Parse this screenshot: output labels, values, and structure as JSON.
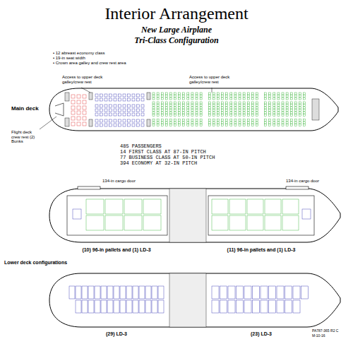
{
  "diagram": {
    "title": "Interior Arrangement",
    "labels": [
      "New Large Airplane",
      "Tri-Class Configuration",
      "• 12 abreast economy class",
      "• 19-in seat width",
      "• Crown area galley and crew rest area",
      "Access to upper deck galley/crew rest",
      "Access to upper deck galley/crew rest",
      "Main deck",
      "Flight deck crew rest (2) Bunks",
      "485 PASSENGERS",
      "14 FIRST CLASS AT 87-IN PITCH",
      "77 BUSINESS CLASS AT 50-IN PITCH",
      "394 ECONOMY AT 32-IN PITCH",
      "134-in cargo door",
      "134-in cargo door",
      "(10) 96-in pallets and (1) LD-3",
      "(11) 96-in pallets and (1) LD-3",
      "Lower deck configurations",
      "(29) LD-3",
      "(23) LD-3",
      "PA787-365 R2 C",
      "M-10-16"
    ]
  }
}
